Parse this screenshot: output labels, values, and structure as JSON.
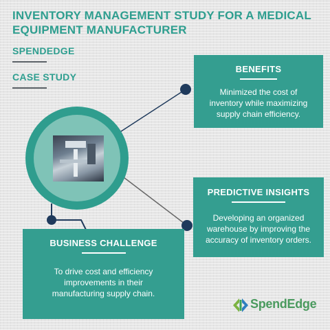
{
  "header": {
    "title": "INVENTORY MANAGEMENT STUDY FOR A MEDICAL EQUIPMENT MANUFACTURER",
    "brand": "SPENDEDGE",
    "type": "CASE STUDY"
  },
  "benefits": {
    "heading": "BENEFITS",
    "body": "Minimized the cost of inventory while maximizing supply chain efficiency."
  },
  "insights": {
    "heading": "PREDICTIVE INSIGHTS",
    "body": "Developing an organized warehouse by improving the accuracy of inventory orders."
  },
  "challenge": {
    "heading": "BUSINESS CHALLENGE",
    "body": "To drive cost and efficiency improvements in their manufacturing supply chain."
  },
  "logo": {
    "text": "SpendEdge"
  },
  "colors": {
    "teal": "#349e90",
    "dark": "#1f3a5c",
    "logo_green": "#4a9a5e"
  }
}
